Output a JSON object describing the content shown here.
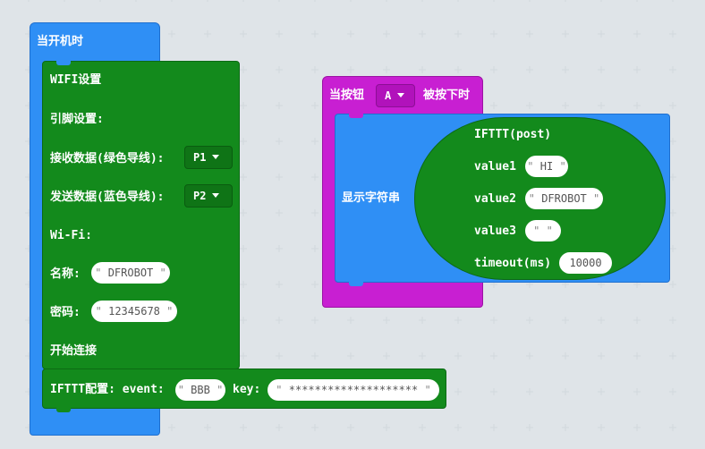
{
  "colors": {
    "event_blue": "#2f8ff5",
    "wifi_green": "#138a1c",
    "input_magenta": "#c81fd2",
    "background": "#f7f9fa"
  },
  "on_start": {
    "label": "当开机时",
    "wifi_setup": {
      "title": "WIFI设置",
      "pins_label": "引脚设置:",
      "rx_label": "接收数据(绿色导线):",
      "rx_pin": "P1",
      "tx_label": "发送数据(蓝色导线):",
      "tx_pin": "P2",
      "wifi_label": "Wi-Fi:",
      "ssid_label": "名称:",
      "ssid_value": "DFROBOT",
      "password_label": "密码:",
      "password_value": "12345678",
      "connect_label": "开始连接"
    },
    "ifttt_config": {
      "label": "IFTTT配置: event:",
      "event_value": "BBB",
      "key_label": "key:",
      "key_value": "********************"
    }
  },
  "on_button": {
    "label_before": "当按钮",
    "button": "A",
    "label_after": "被按下时",
    "show_string": {
      "label": "显示字符串",
      "ifttt_post": {
        "title": "IFTTT(post)",
        "value1_label": "value1",
        "value1": "HI",
        "value2_label": "value2",
        "value2": "DFROBOT",
        "value3_label": "value3",
        "value3": " ",
        "timeout_label": "timeout(ms)",
        "timeout": "10000"
      }
    }
  },
  "quote": "\""
}
